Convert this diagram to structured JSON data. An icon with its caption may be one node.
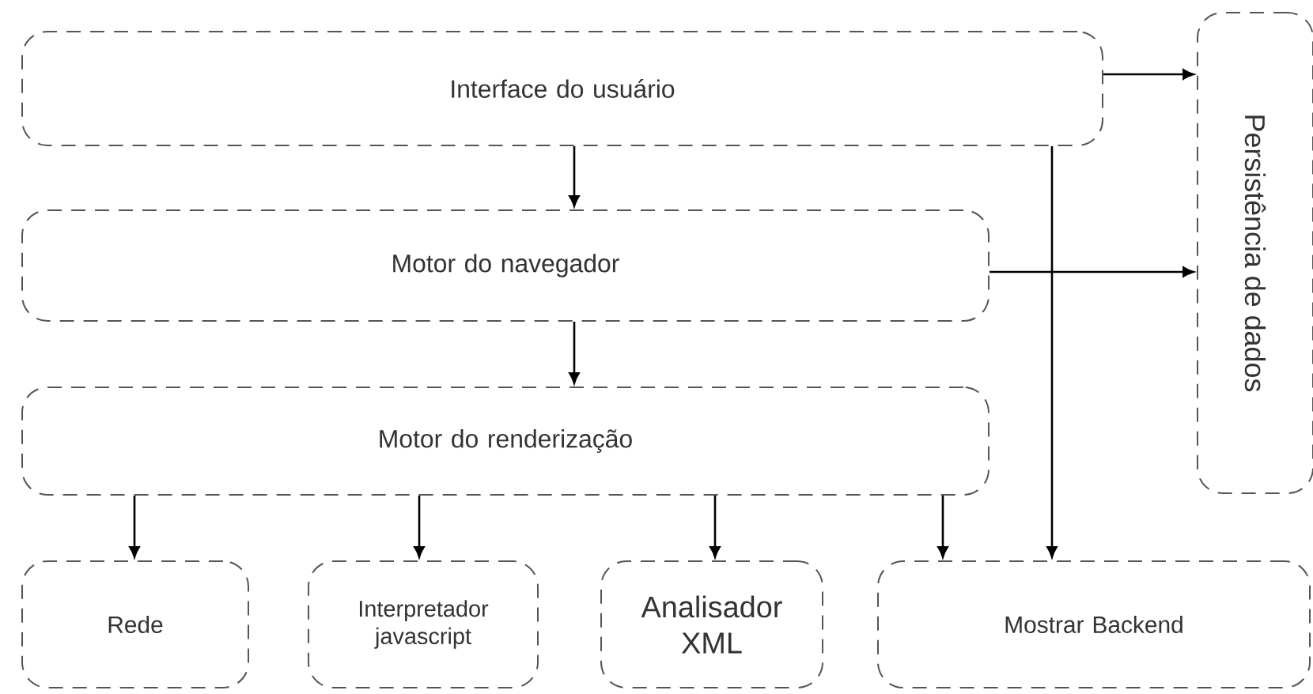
{
  "diagram": {
    "nodes": [
      {
        "text": [
          "Interface do usuário"
        ]
      },
      {
        "text": [
          "Motor do navegador"
        ]
      },
      {
        "text": [
          "Motor do renderização"
        ]
      },
      {
        "text": [
          "Persistência de dados"
        ]
      },
      {
        "text": [
          "Rede"
        ]
      },
      {
        "text": [
          "Interpretador javascript"
        ]
      },
      {
        "text": [
          "Analisador XML"
        ]
      },
      {
        "text": [
          "Mostrar Backend"
        ]
      }
    ],
    "edges": [
      {
        "from": 0,
        "to": 1,
        "arrow": "to"
      },
      {
        "from": 1,
        "to": 2,
        "arrow": "to"
      },
      {
        "from": 0,
        "to": 3,
        "arrow": "to"
      },
      {
        "from": 1,
        "to": 3,
        "arrow": "to"
      },
      {
        "from": 2,
        "to": 4,
        "arrow": "to"
      },
      {
        "from": 2,
        "to": 5,
        "arrow": "to"
      },
      {
        "from": 2,
        "to": 6,
        "arrow": "to"
      },
      {
        "from": 2,
        "to": 7,
        "arrow": "to"
      },
      {
        "from": 0,
        "to": 7,
        "arrow": "to"
      }
    ]
  }
}
